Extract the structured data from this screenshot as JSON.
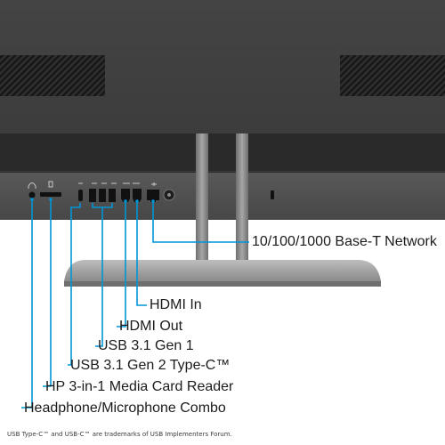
{
  "callouts": {
    "network": "10/100/1000 Base-T Network",
    "hdmi_in": "HDMI In",
    "hdmi_out": "HDMI Out",
    "usb_gen1": "USB 3.1 Gen 1",
    "usb_gen2_typec": "USB 3.1 Gen 2 Type-C™",
    "card_reader": "HP 3-in-1 Media Card Reader",
    "headphone_combo": "Headphone/Microphone Combo"
  },
  "footnote": "USB Type-C™ and USB-C™ are trademarks of USB Implementers Forum.",
  "colors": {
    "callout_line": "#0096d6",
    "monitor_body": "#3d3d3d",
    "port_panel": "#4b4b4b",
    "stand": "#8c8c8c"
  }
}
